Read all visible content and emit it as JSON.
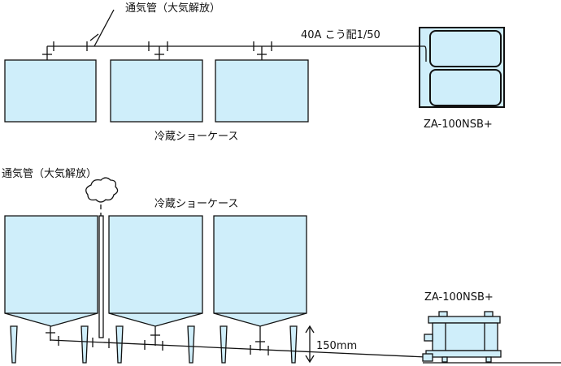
{
  "top_view": {
    "vent_label": "通気管（大気解放）",
    "pipe_label": "40A こう配1/50",
    "cases_label": "冷蔵ショーケース",
    "unit_label": "ZA-100NSB+"
  },
  "side_view": {
    "vent_label": "通気管（大気解放）",
    "cases_label": "冷蔵ショーケース",
    "unit_label": "ZA-100NSB+",
    "height_label": "150mm"
  },
  "colors": {
    "case_fill": "#cfeefa",
    "line": "#111111",
    "unit_fill": "#cfeefa"
  }
}
